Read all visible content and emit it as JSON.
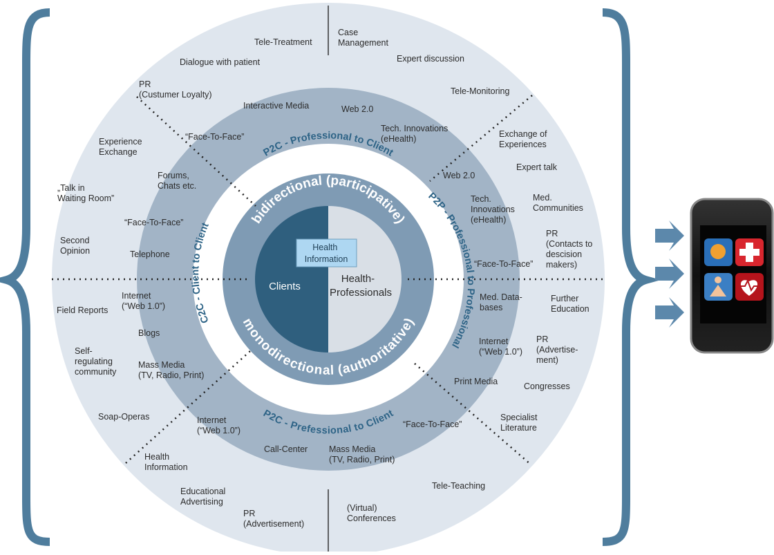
{
  "colors": {
    "outer_ring": "#dfe6ee",
    "middle_ring": "#a2b4c6",
    "white_ring": "#ffffff",
    "inner_ring": "#7f9bb4",
    "core_left": "#2f5f7e",
    "core_right": "#d9dfe6",
    "bracket": "#4f7d9d",
    "arrow": "#5c88ab",
    "arc_text": "#2d6386",
    "health_box": "#aed7f2"
  },
  "center": {
    "clients": "Clients",
    "health_professionals_line1": "Health-",
    "health_professionals_line2": "Professionals",
    "health_info_line1": "Health",
    "health_info_line2": "Information"
  },
  "inner_arcs": {
    "bidirectional": "bidirectional (participative)",
    "monodirectional": "monodirectional (authoritative)"
  },
  "white_ring_arcs": {
    "p2c_top": "P2C - Professional to Client",
    "p2c_bottom": "P2C - Prefessional to Client",
    "c2c": "C2C - Client to Client",
    "p2p": "P2P - Professional to Professional"
  },
  "middle_ring_labels": [
    [
      "Interactive Media"
    ],
    [
      "Web 2.0"
    ],
    [
      "Tech. Innovations",
      "(eHealth)"
    ],
    [
      "“Face-To-Face”"
    ],
    [
      "Forums,",
      "Chats etc."
    ],
    [
      "“Face-To-Face”"
    ],
    [
      "Telephone"
    ],
    [
      "Web 2.0"
    ],
    [
      "Tech.",
      "Innovations",
      "(eHealth)"
    ],
    [
      "“Face-To-Face”"
    ],
    [
      "Internet",
      "(“Web 1.0”)"
    ],
    [
      "Blogs"
    ],
    [
      "Mass Media",
      "(TV, Radio, Print)"
    ],
    [
      "Med. Data-",
      "bases"
    ],
    [
      "Internet",
      "(“Web 1.0”)"
    ],
    [
      "Print Media"
    ],
    [
      "Internet",
      "(“Web 1.0”)"
    ],
    [
      "Call-Center"
    ],
    [
      "Mass Media",
      "(TV, Radio, Print)"
    ],
    [
      "“Face-To-Face”"
    ]
  ],
  "outer_ring_labels": [
    [
      "Tele-Treatment"
    ],
    [
      "Case",
      "Management"
    ],
    [
      "Dialogue with patient"
    ],
    [
      "Expert discussion"
    ],
    [
      "PR",
      "(Custumer Loyalty)"
    ],
    [
      "Tele-Monitoring"
    ],
    [
      "Experience",
      "Exchange"
    ],
    [
      "Exchange of",
      "Experiences"
    ],
    [
      "Expert talk"
    ],
    [
      "„Talk in",
      "Waiting Room”"
    ],
    [
      "Med.",
      "Communities"
    ],
    [
      "Second",
      "Opinion"
    ],
    [
      "PR",
      "(Contacts to",
      "descision",
      "makers)"
    ],
    [
      "Field Reports"
    ],
    [
      "Further",
      "Education"
    ],
    [
      "Self-",
      "regulating",
      "community"
    ],
    [
      "PR",
      "(Advertise-",
      "ment)"
    ],
    [
      "Congresses"
    ],
    [
      "Soap-Operas"
    ],
    [
      "Specialist",
      "Literature"
    ],
    [
      "Health",
      "Information"
    ],
    [
      "Tele-Teaching"
    ],
    [
      "Educational",
      "Advertising"
    ],
    [
      "PR",
      "(Advertisement)"
    ],
    [
      "(Virtual)",
      "Conferences"
    ]
  ],
  "phone_icons": [
    "brain-icon",
    "medical-cross-icon",
    "meditation-icon",
    "heart-pulse-icon"
  ]
}
